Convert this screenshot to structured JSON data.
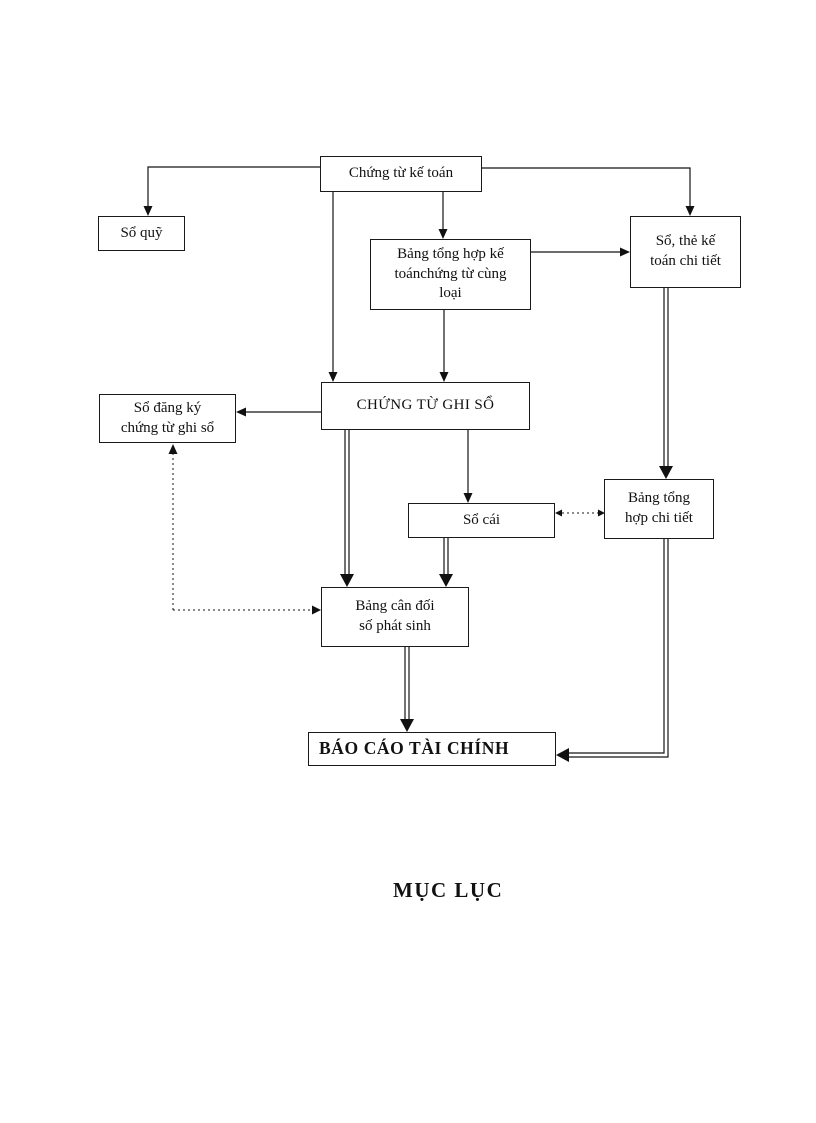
{
  "page": {
    "paper_color": "#ffffff",
    "ink_color": "#111111",
    "title": "MỤC LỤC"
  },
  "diagram": {
    "nodes": {
      "chung_tu_ke_toan": {
        "label": "Chứng từ kế toán"
      },
      "so_quy": {
        "label": "Sổ quỹ"
      },
      "bang_tong_hop_ke_toan": {
        "label": "Bảng tổng hợp kế\ntoánchứng từ cùng\nloại"
      },
      "so_the_ke_toan_chi_tiet": {
        "label": "Sổ, thẻ kế\ntoán chi tiết"
      },
      "chung_tu_ghi_so": {
        "label": "CHỨNG TỪ GHI SỔ"
      },
      "so_dang_ky": {
        "label": "Sổ đăng ký\nchứng từ ghi sổ"
      },
      "so_cai": {
        "label": "Sổ cái"
      },
      "bang_tong_hop_chi_tiet": {
        "label": "Bảng tổng\nhợp chi tiết"
      },
      "bang_can_doi": {
        "label": "Bảng cân đối\nsố phát sinh"
      },
      "bao_cao_tai_chinh": {
        "label": "BÁO CÁO TÀI CHÍNH"
      }
    },
    "edges": [
      {
        "from": "chung_tu_ke_toan",
        "to": "so_quy",
        "style": "solid-arrow"
      },
      {
        "from": "chung_tu_ke_toan",
        "to": "bang_tong_hop_ke_toan",
        "style": "solid-arrow"
      },
      {
        "from": "chung_tu_ke_toan",
        "to": "so_the_ke_toan_chi_tiet",
        "style": "solid-arrow"
      },
      {
        "from": "chung_tu_ke_toan",
        "to": "chung_tu_ghi_so",
        "style": "solid-arrow"
      },
      {
        "from": "bang_tong_hop_ke_toan",
        "to": "chung_tu_ghi_so",
        "style": "solid-arrow"
      },
      {
        "from": "bang_tong_hop_ke_toan",
        "to": "so_the_ke_toan_chi_tiet",
        "style": "solid-arrow"
      },
      {
        "from": "chung_tu_ghi_so",
        "to": "so_dang_ky",
        "style": "solid-arrow"
      },
      {
        "from": "chung_tu_ghi_so",
        "to": "so_cai",
        "style": "solid-arrow"
      },
      {
        "from": "chung_tu_ghi_so",
        "to": "bang_can_doi",
        "style": "double-arrow"
      },
      {
        "from": "so_cai",
        "to": "bang_can_doi",
        "style": "double-arrow"
      },
      {
        "from": "so_the_ke_toan_chi_tiet",
        "to": "bang_tong_hop_chi_tiet",
        "style": "double-arrow"
      },
      {
        "from": "bang_tong_hop_chi_tiet",
        "to": "bao_cao_tai_chinh",
        "style": "double-arrow"
      },
      {
        "from": "bang_can_doi",
        "to": "bao_cao_tai_chinh",
        "style": "double-arrow"
      },
      {
        "from": "bang_can_doi",
        "to": "so_dang_ky",
        "style": "dotted-arrow"
      },
      {
        "from": "so_cai",
        "to": "bang_tong_hop_chi_tiet",
        "style": "dotted-bidirectional"
      }
    ]
  }
}
